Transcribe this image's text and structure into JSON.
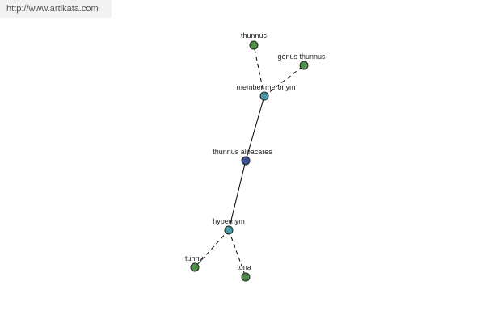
{
  "watermark": {
    "url_text": "http://www.artikata.com"
  },
  "colors": {
    "leaf": "#4f8f4a",
    "relation": "#4a9aa5",
    "root": "#3c4f99",
    "edge": "#000000"
  },
  "graph": {
    "nodes": [
      {
        "id": "thunnus",
        "label": "thunnus",
        "kind": "leaf"
      },
      {
        "id": "genus-thunnus",
        "label": "genus thunnus",
        "kind": "leaf"
      },
      {
        "id": "member-meronym",
        "label": "member meronym",
        "kind": "relation"
      },
      {
        "id": "thunnus-albacares",
        "label": "thunnus albacares",
        "kind": "root"
      },
      {
        "id": "hypernym",
        "label": "hypernym",
        "kind": "relation"
      },
      {
        "id": "tunny",
        "label": "tunny",
        "kind": "leaf"
      },
      {
        "id": "tuna",
        "label": "tuna",
        "kind": "leaf"
      }
    ],
    "edges": [
      {
        "from": "thunnus-albacares",
        "to": "member-meronym",
        "style": "solid"
      },
      {
        "from": "thunnus-albacares",
        "to": "hypernym",
        "style": "solid"
      },
      {
        "from": "member-meronym",
        "to": "thunnus",
        "style": "dashed"
      },
      {
        "from": "member-meronym",
        "to": "genus-thunnus",
        "style": "dashed"
      },
      {
        "from": "hypernym",
        "to": "tunny",
        "style": "dashed"
      },
      {
        "from": "hypernym",
        "to": "tuna",
        "style": "dashed"
      }
    ]
  }
}
